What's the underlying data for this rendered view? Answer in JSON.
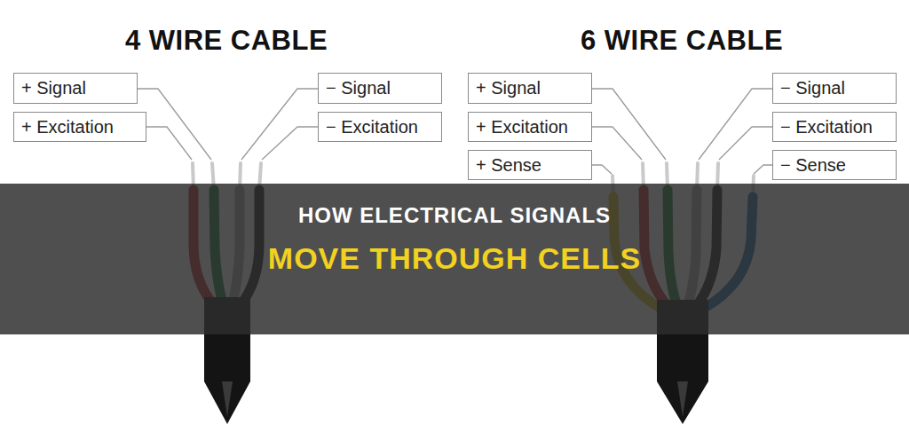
{
  "diagram": {
    "nodes": [
      {
        "text": [
          "+ Signal"
        ]
      },
      {
        "text": [
          "+ Excitation"
        ]
      },
      {
        "text": [
          "− Signal"
        ]
      },
      {
        "text": [
          "− Excitation"
        ]
      },
      {
        "text": [
          "+ Signal"
        ]
      },
      {
        "text": [
          "+ Excitation"
        ]
      },
      {
        "text": [
          "+ Sense"
        ]
      },
      {
        "text": [
          "− Signal"
        ]
      },
      {
        "text": [
          "− Excitation"
        ]
      },
      {
        "text": [
          "− Sense"
        ]
      }
    ],
    "labels": [
      "4 WIRE CABLE",
      "6 WIRE CABLE",
      "HOW ELECTRICAL SIGNALS",
      "MOVE THROUGH CELLS"
    ]
  }
}
